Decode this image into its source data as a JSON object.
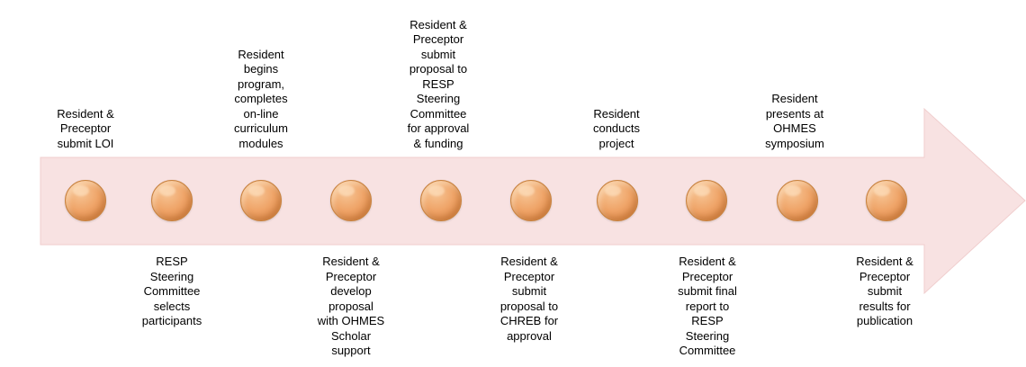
{
  "diagram": {
    "type": "process-timeline",
    "colors": {
      "arrow_fill": "#f8e2e2",
      "arrow_stroke": "#f0cece",
      "circle_highlight": "#f7c595",
      "circle_mid": "#efa468",
      "circle_dark": "#e08c4e",
      "circle_edge": "#c8823f",
      "text": "#000000"
    },
    "steps": [
      {
        "position": "above",
        "label": "Resident &\nPreceptor\nsubmit LOI"
      },
      {
        "position": "below",
        "label": "RESP\nSteering\nCommittee\nselects\nparticipants"
      },
      {
        "position": "above",
        "label": "Resident\nbegins\nprogram,\ncompletes\non-line\ncurriculum\nmodules"
      },
      {
        "position": "below",
        "label": "Resident &\nPreceptor\ndevelop\nproposal\nwith OHMES\nScholar\nsupport"
      },
      {
        "position": "above",
        "label": "Resident &\nPreceptor\nsubmit\nproposal to\nRESP\nSteering\nCommittee\nfor approval\n& funding"
      },
      {
        "position": "below",
        "label": "Resident &\nPreceptor\nsubmit\nproposal to\nCHREB for\napproval"
      },
      {
        "position": "above",
        "label": "Resident\nconducts\nproject"
      },
      {
        "position": "below",
        "label": "Resident &\nPreceptor\nsubmit final\nreport to\nRESP\nSteering\nCommittee"
      },
      {
        "position": "above",
        "label": "Resident\npresents at\nOHMES\nsymposium"
      },
      {
        "position": "below",
        "label": "Resident &\nPreceptor\nsubmit\nresults for\npublication"
      }
    ]
  }
}
